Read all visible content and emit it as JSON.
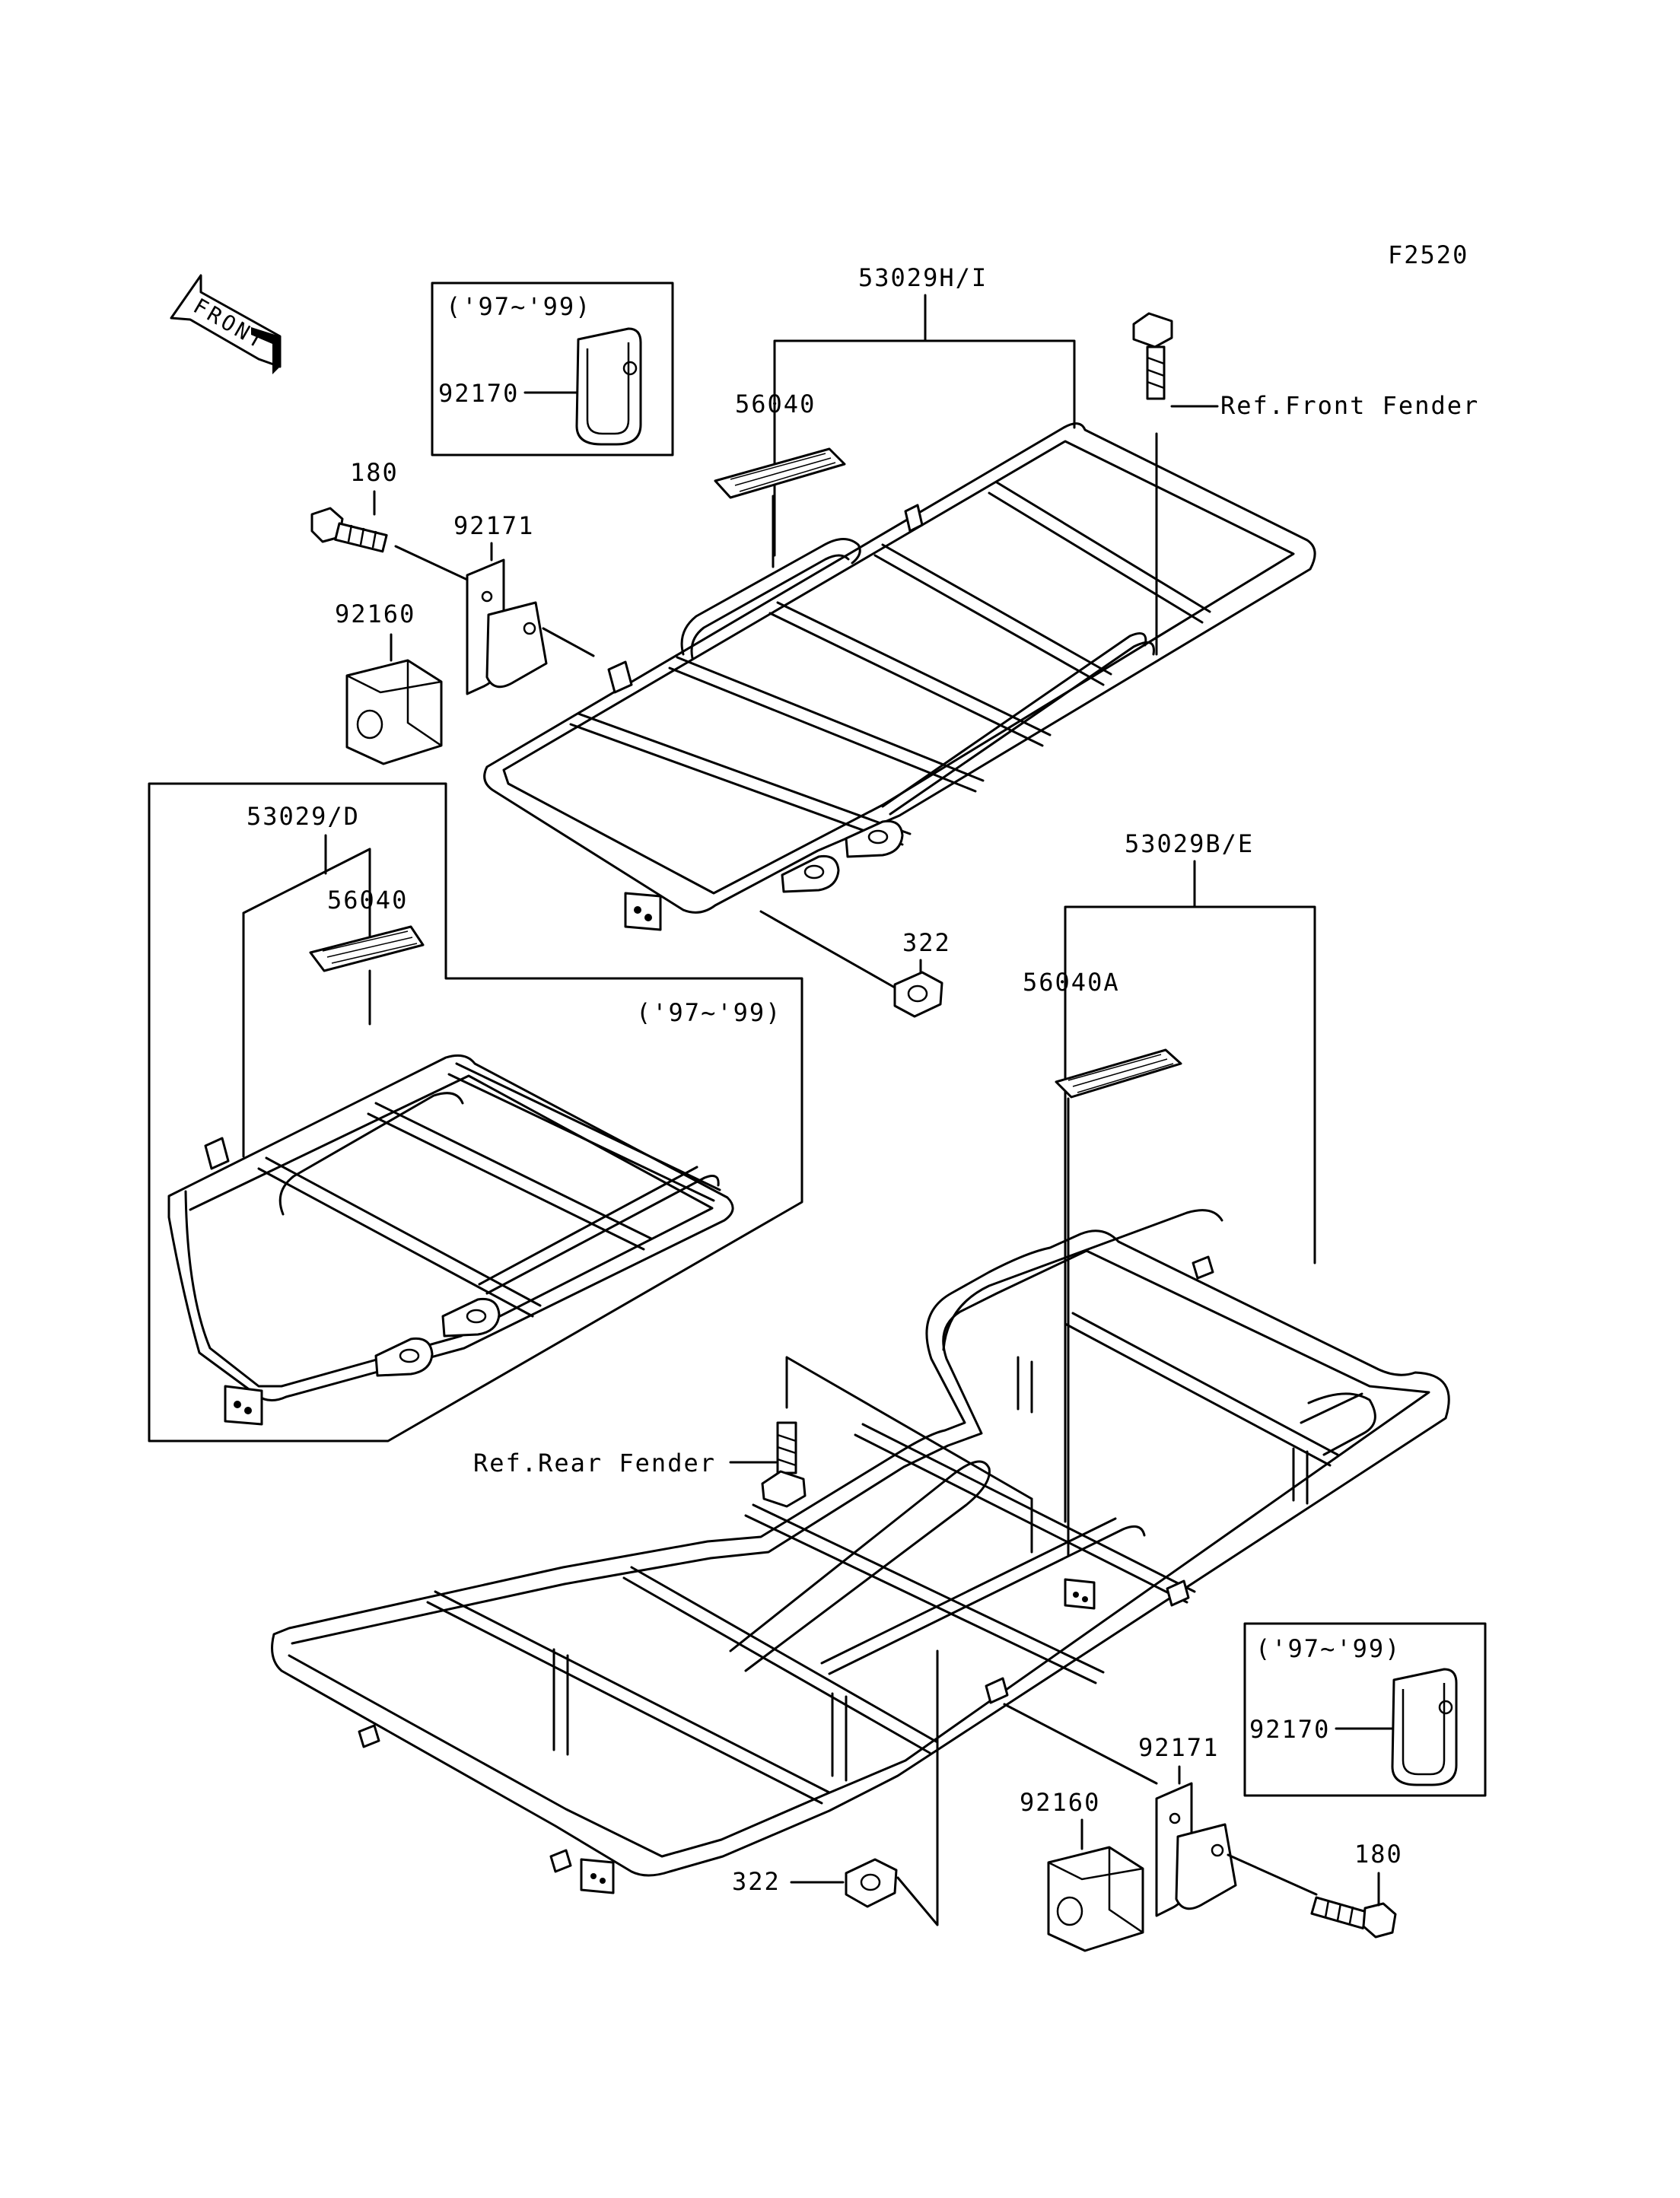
{
  "figure_code": "F2520",
  "front_arrow_label": "FRONT",
  "labels": {
    "front_carrier": "53029H/I",
    "front_pad": "56040",
    "front_fender_ref": "Ref.Front Fender",
    "front_bolt": "180",
    "front_bracket": "92171",
    "front_damper": "92160",
    "front_inset_years": "('97~'99)",
    "front_inset_clamp": "92170",
    "front_nut": "322",
    "alt_carrier": "53029/D",
    "alt_pad": "56040",
    "alt_years": "('97~'99)",
    "rear_carrier": "53029B/E",
    "rear_pad": "56040A",
    "rear_fender_ref": "Ref.Rear Fender",
    "rear_inset_years": "('97~'99)",
    "rear_inset_clamp": "92170",
    "rear_bracket": "92171",
    "rear_damper": "92160",
    "rear_bolt": "180",
    "rear_nut": "322"
  }
}
